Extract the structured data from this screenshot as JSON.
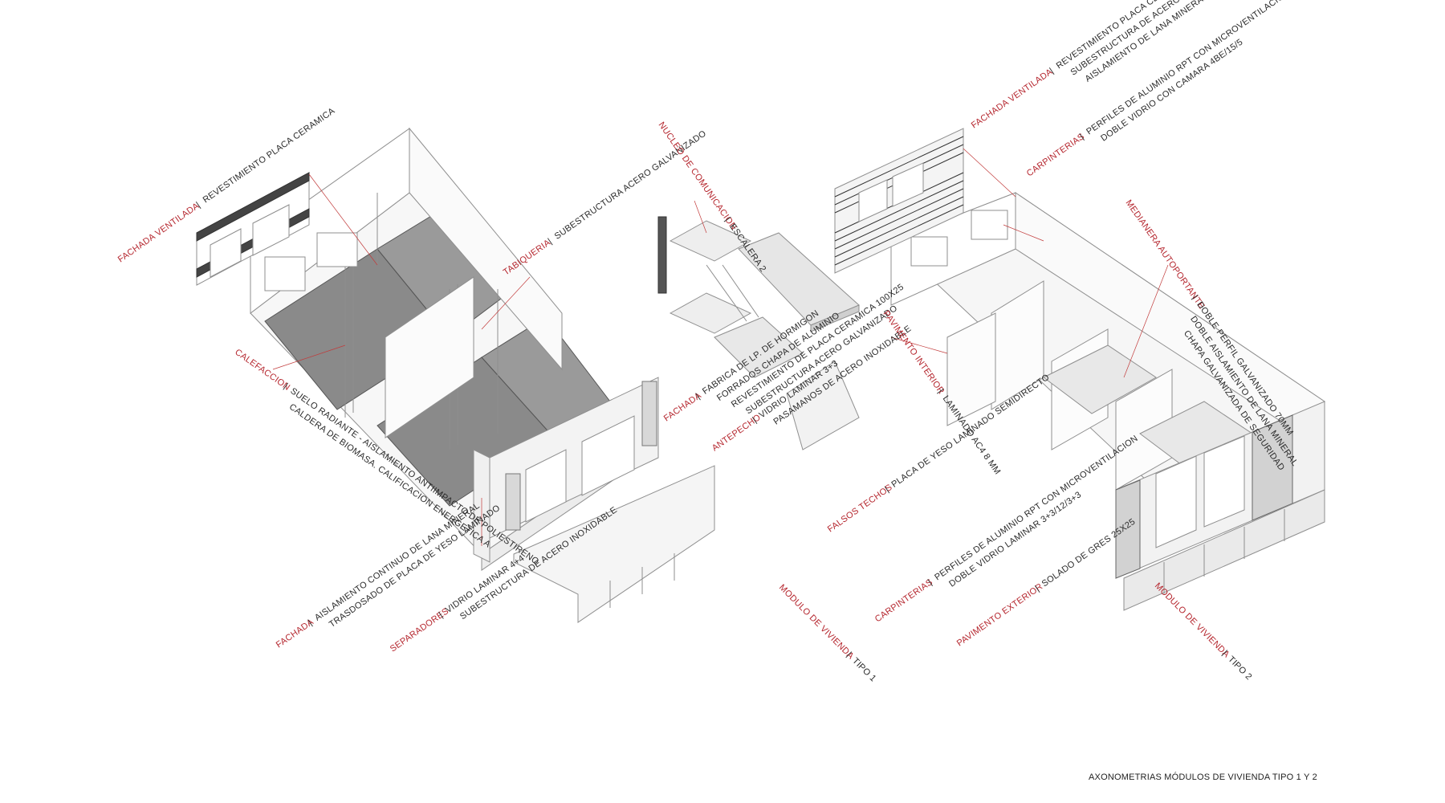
{
  "caption": "AXONOMETRIAS MÓDULOS DE VIVIENDA TIPO 1 Y 2",
  "colors": {
    "heading": "#b5262e",
    "text": "#2a2a2a",
    "line": "#8f8f8f",
    "leader": "#c23b3b",
    "fill": "#e6e6e6"
  },
  "labels": [
    {
      "id": "fachada-ventilada-1",
      "heading": "FACHADA  VENTILADA",
      "lines": [
        "REVESTIMIENTO PLACA CERAMICA"
      ]
    },
    {
      "id": "tabiqueria",
      "heading": "TABIQUERIA",
      "lines": [
        "SUBESTRUCTURA ACERO GALVANIZADO"
      ]
    },
    {
      "id": "calefaccion",
      "heading": "CALEFACCION",
      "lines": [
        "SUELO RADIANTE - AISLAMIENTO ANTIIMPACTO DE POLIESTIRENO",
        "CALDERA DE BIOMASA. CALIFICACION ENERGETICA A"
      ]
    },
    {
      "id": "fachada-1",
      "heading": "FACHADA",
      "lines": [
        "AISLAMIENTO CONTINUO DE LANA MINERAL",
        "TRASDOSADO DE PLACA DE YESO LAMINADO"
      ]
    },
    {
      "id": "separadores",
      "heading": "SEPARADORES",
      "lines": [
        "VIDRIO LAMINAR 4+4",
        "SUBESTRUCTURA DE ACERO INOXIDABLE"
      ]
    },
    {
      "id": "nucleo",
      "heading": "NUCLEO DE COMUNICACION",
      "lines": [
        "ESCALERA 2"
      ]
    },
    {
      "id": "fachada-2",
      "heading": "FACHADA",
      "lines": [
        "FABRICA DE LP. DE HORMIGON",
        "FORRADOS CHAPA DE ALUMINIO",
        "REVESTIMIENTO DE PLACA CERAMICA 100X25",
        "SUBESTRUCTURA ACERO GALVANIZADO"
      ]
    },
    {
      "id": "antepecho",
      "heading": "ANTEPECHO",
      "lines": [
        "VIDRIO LAMINAR 3+3",
        "PASAMANOS DE ACERO INOXIDABLE"
      ]
    },
    {
      "id": "modulo-1",
      "heading": "MODULO DE VIVIENDA",
      "lines": [
        "TIPO 1"
      ]
    },
    {
      "id": "fachada-ventilada-2",
      "heading": "FACHADA  VENTILADA",
      "lines": [
        "REVESTIMIENTO PLACA CERAMICA",
        "SUBESTRUCTURA DE ACERO GALVANIZADO",
        "AISLAMIENTO DE LANA MINERAL"
      ]
    },
    {
      "id": "carpinterias-1",
      "heading": "CARPINTERIAS",
      "lines": [
        "PERFILES DE ALUMINIO RPT CON MICROVENTILACION",
        "DOBLE VIDRIO CON CAMARA 4BE/15/5"
      ]
    },
    {
      "id": "medianera",
      "heading": "MEDIANERA AUTOPORTANTE",
      "lines": [
        "DOBLE PERFIL GALVANIZADO 70MM",
        "DOBLE AISLAMIENTO DE LANA MINERAL",
        "CHAPA GALVANIZADA DE SEGURIDAD"
      ]
    },
    {
      "id": "pavimento-interior",
      "heading": "PAVIMENTO INTERIOR",
      "lines": [
        "LAMINADO AC4 8 MM"
      ]
    },
    {
      "id": "falsos-techos",
      "heading": "FALSOS TECHOS",
      "lines": [
        "PLACA DE YESO LAMINADO SEMIDIRECTO"
      ]
    },
    {
      "id": "carpinterias-2",
      "heading": "CARPINTERIAS",
      "lines": [
        "PERFILES DE ALUMINIO RPT CON MICROVENTILACION",
        "DOBLE VIDRIO LAMINAR 3+3/12/3+3"
      ]
    },
    {
      "id": "pavimento-exterior",
      "heading": "PAVIMENTO EXTERIOR",
      "lines": [
        "SOLADO DE GRES 25X25"
      ]
    },
    {
      "id": "modulo-2",
      "heading": "MODULO DE VIVIENDA",
      "lines": [
        "TIPO 2"
      ]
    }
  ]
}
